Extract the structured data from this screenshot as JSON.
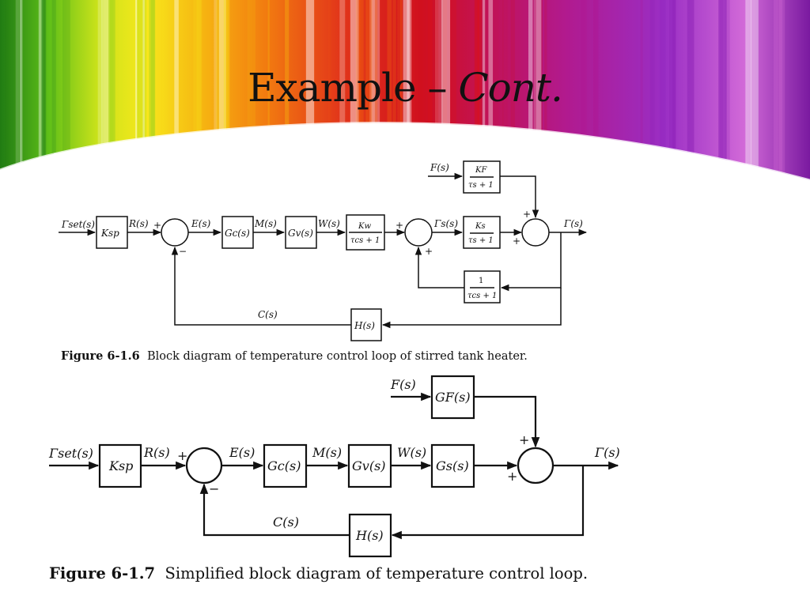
{
  "slide": {
    "title_main": "Example – ",
    "title_italic": "Cont."
  },
  "figure1": {
    "input_label": "Γset(s)",
    "blocks": {
      "ksp": "Ksp",
      "gc": "Gc(s)",
      "gv": "Gv(s)",
      "kw_num": "Kw",
      "kw_den": "τcs + 1",
      "kf_num": "KF",
      "kf_den": "τs + 1",
      "ks_num": "Ks",
      "ks_den": "τs + 1",
      "fb_num": "1",
      "fb_den": "τcs + 1",
      "h": "H(s)"
    },
    "signals": {
      "r": "R(s)",
      "e": "E(s)",
      "m": "M(s)",
      "w": "W(s)",
      "gamma_s": "Γs(s)",
      "f": "F(s)",
      "gamma": "Γ(s)",
      "c": "C(s)"
    },
    "signs": {
      "plus": "+",
      "minus": "−"
    },
    "caption_label": "Figure 6-1.6",
    "caption_text": "Block diagram of temperature control loop of stirred tank heater."
  },
  "figure2": {
    "input_label": "Γset(s)",
    "blocks": {
      "ksp": "Ksp",
      "gc": "Gc(s)",
      "gv": "Gv(s)",
      "gs": "Gs(s)",
      "gf": "GF(s)",
      "h": "H(s)"
    },
    "signals": {
      "r": "R(s)",
      "e": "E(s)",
      "m": "M(s)",
      "w": "W(s)",
      "f": "F(s)",
      "gamma": "Γ(s)",
      "c": "C(s)"
    },
    "signs": {
      "plus": "+",
      "minus": "−"
    },
    "caption_label": "Figure 6-1.7",
    "caption_text": "Simplified block diagram of temperature control loop."
  },
  "colors": {
    "stripes": [
      "#2f8c1a",
      "#9bd21e",
      "#f7e21a",
      "#f5a90f",
      "#ee5a12",
      "#d8121b",
      "#c2124f",
      "#b0148f",
      "#8a1fb5",
      "#d46bd6"
    ]
  }
}
